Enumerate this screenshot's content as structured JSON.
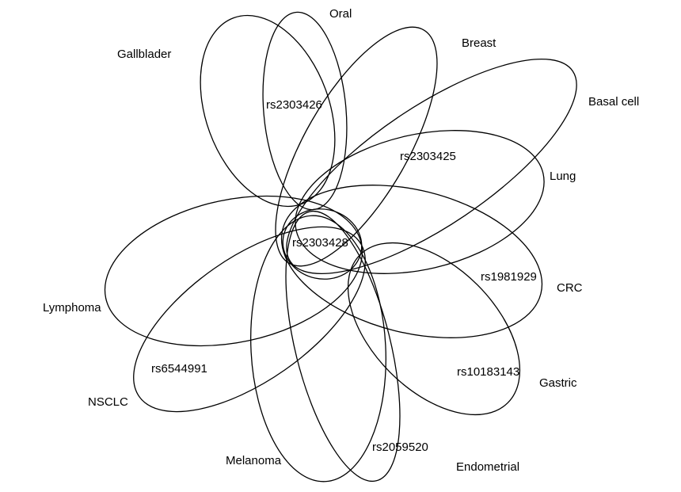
{
  "cancer_types": {
    "oral": "Oral",
    "gallbladder": "Gallblader",
    "breast": "Breast",
    "basal_cell": "Basal cell",
    "lung": "Lung",
    "crc": "CRC",
    "gastric": "Gastric",
    "endometrial": "Endometrial",
    "melanoma": "Melanoma",
    "nsclc": "NSCLC",
    "lymphoma": "Lymphoma"
  },
  "variants": {
    "rs2303426": "rs2303426",
    "rs2303425": "rs2303425",
    "rs2303428": "rs2303428",
    "rs1981929": "rs1981929",
    "rs10183143": "rs10183143",
    "rs2059520": "rs2059520",
    "rs6544991": "rs6544991"
  },
  "style": {
    "stroke_color": "#000000",
    "background": "#ffffff"
  }
}
